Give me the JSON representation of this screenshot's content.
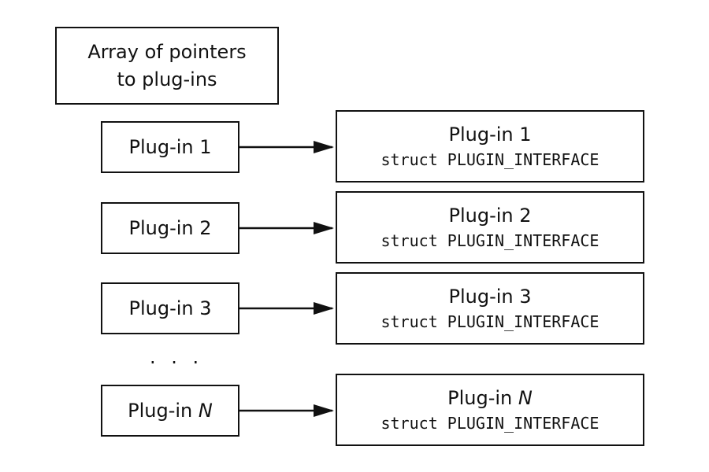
{
  "header": {
    "line1": "Array of pointers",
    "line2": "to plug-ins"
  },
  "pointers": [
    {
      "label": "Plug-in 1"
    },
    {
      "label": "Plug-in 2"
    },
    {
      "label": "Plug-in 3"
    },
    {
      "prefix": "Plug-in ",
      "suffix": "N"
    }
  ],
  "structs": [
    {
      "title": "Plug-in 1",
      "code": "struct PLUGIN_INTERFACE"
    },
    {
      "title": "Plug-in 2",
      "code": "struct PLUGIN_INTERFACE"
    },
    {
      "title": "Plug-in 3",
      "code": "struct PLUGIN_INTERFACE"
    },
    {
      "title_prefix": "Plug-in ",
      "title_suffix": "N",
      "code": "struct PLUGIN_INTERFACE"
    }
  ],
  "ellipsis": ". . ."
}
